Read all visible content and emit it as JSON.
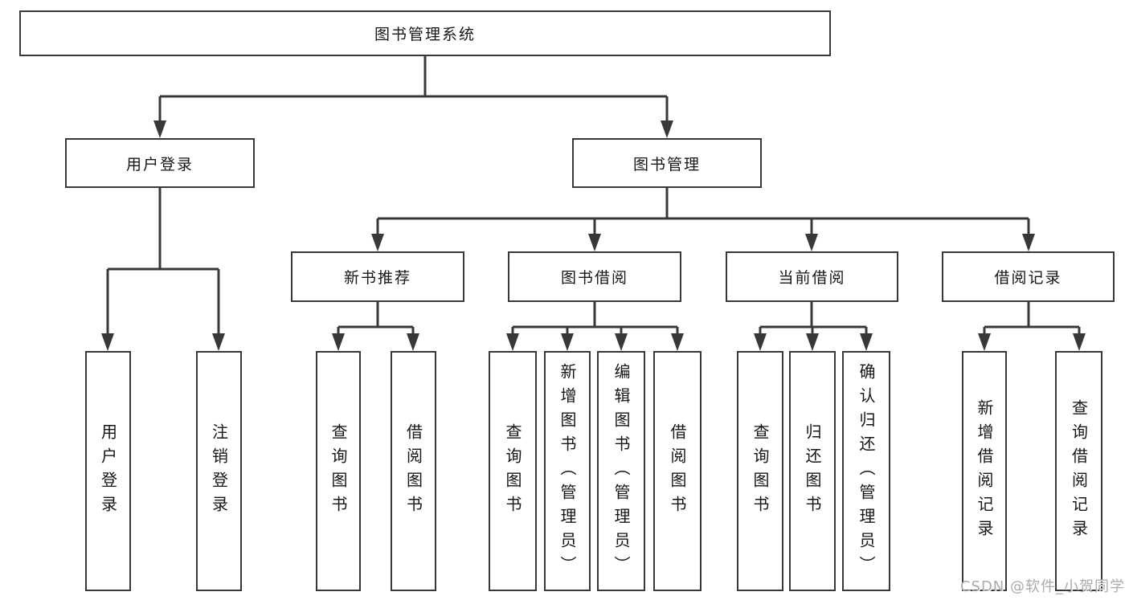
{
  "diagram_type": "hierarchy-tree",
  "watermark": {
    "text": "CSDN @软件_小贺同学"
  },
  "colors": {
    "line": "#383838",
    "box_border": "#383838",
    "box_fill": "#ffffff",
    "text": "#161616",
    "watermark": "#ababab",
    "background": "#ffffff"
  },
  "tree": {
    "label": "图书管理系统",
    "children": [
      {
        "label": "用户登录",
        "children": [
          {
            "label": "用户登录"
          },
          {
            "label": "注销登录"
          }
        ]
      },
      {
        "label": "图书管理",
        "children": [
          {
            "label": "新书推荐",
            "children": [
              {
                "label": "查询图书"
              },
              {
                "label": "借阅图书"
              }
            ]
          },
          {
            "label": "图书借阅",
            "children": [
              {
                "label": "查询图书"
              },
              {
                "label": "新增图书（管理员）"
              },
              {
                "label": "编辑图书（管理员）"
              },
              {
                "label": "借阅图书"
              }
            ]
          },
          {
            "label": "当前借阅",
            "children": [
              {
                "label": "查询图书"
              },
              {
                "label": "归还图书"
              },
              {
                "label": "确认归还（管理员）"
              }
            ]
          },
          {
            "label": "借阅记录",
            "children": [
              {
                "label": "新增借阅记录"
              },
              {
                "label": "查询借阅记录"
              }
            ]
          }
        ]
      }
    ]
  }
}
